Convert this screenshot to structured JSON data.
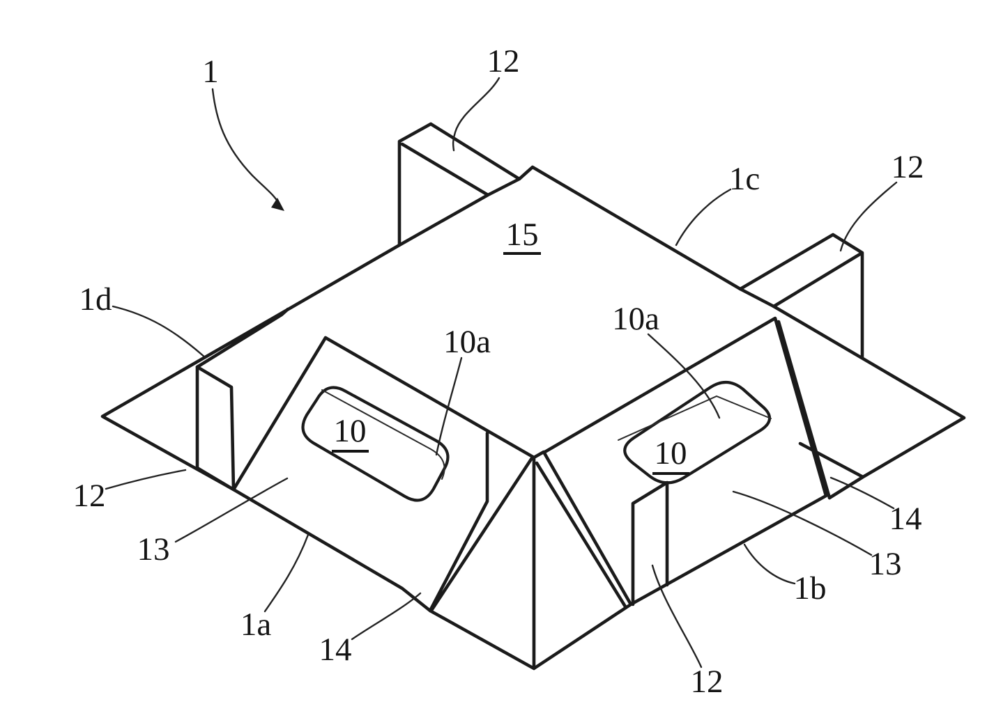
{
  "figure": {
    "kind": "patent-isometric-line-drawing",
    "background_color": "#ffffff",
    "line_color": "#1b1b1b",
    "labels": [
      {
        "id": "ref-1",
        "text": "1",
        "underlined": false,
        "has_arrow": true
      },
      {
        "id": "ref-12-top",
        "text": "12",
        "underlined": false,
        "has_arrow": false
      },
      {
        "id": "ref-1c",
        "text": "1c",
        "underlined": false,
        "has_arrow": false
      },
      {
        "id": "ref-12-right",
        "text": "12",
        "underlined": false,
        "has_arrow": false
      },
      {
        "id": "ref-1d",
        "text": "1d",
        "underlined": false,
        "has_arrow": false
      },
      {
        "id": "ref-10a-left",
        "text": "10a",
        "underlined": false,
        "has_arrow": false
      },
      {
        "id": "ref-10a-right",
        "text": "10a",
        "underlined": false,
        "has_arrow": false
      },
      {
        "id": "ref-15",
        "text": "15",
        "underlined": true,
        "has_arrow": false
      },
      {
        "id": "ref-10-left",
        "text": "10",
        "underlined": true,
        "has_arrow": false
      },
      {
        "id": "ref-10-right",
        "text": "10",
        "underlined": true,
        "has_arrow": false
      },
      {
        "id": "ref-12-left",
        "text": "12",
        "underlined": false,
        "has_arrow": false
      },
      {
        "id": "ref-13-left",
        "text": "13",
        "underlined": false,
        "has_arrow": false
      },
      {
        "id": "ref-1a",
        "text": "1a",
        "underlined": false,
        "has_arrow": false
      },
      {
        "id": "ref-14-left",
        "text": "14",
        "underlined": false,
        "has_arrow": false
      },
      {
        "id": "ref-12-bottom",
        "text": "12",
        "underlined": false,
        "has_arrow": false
      },
      {
        "id": "ref-1b",
        "text": "1b",
        "underlined": false,
        "has_arrow": false
      },
      {
        "id": "ref-13-right",
        "text": "13",
        "underlined": false,
        "has_arrow": false
      },
      {
        "id": "ref-14-right",
        "text": "14",
        "underlined": false,
        "has_arrow": false
      }
    ]
  }
}
